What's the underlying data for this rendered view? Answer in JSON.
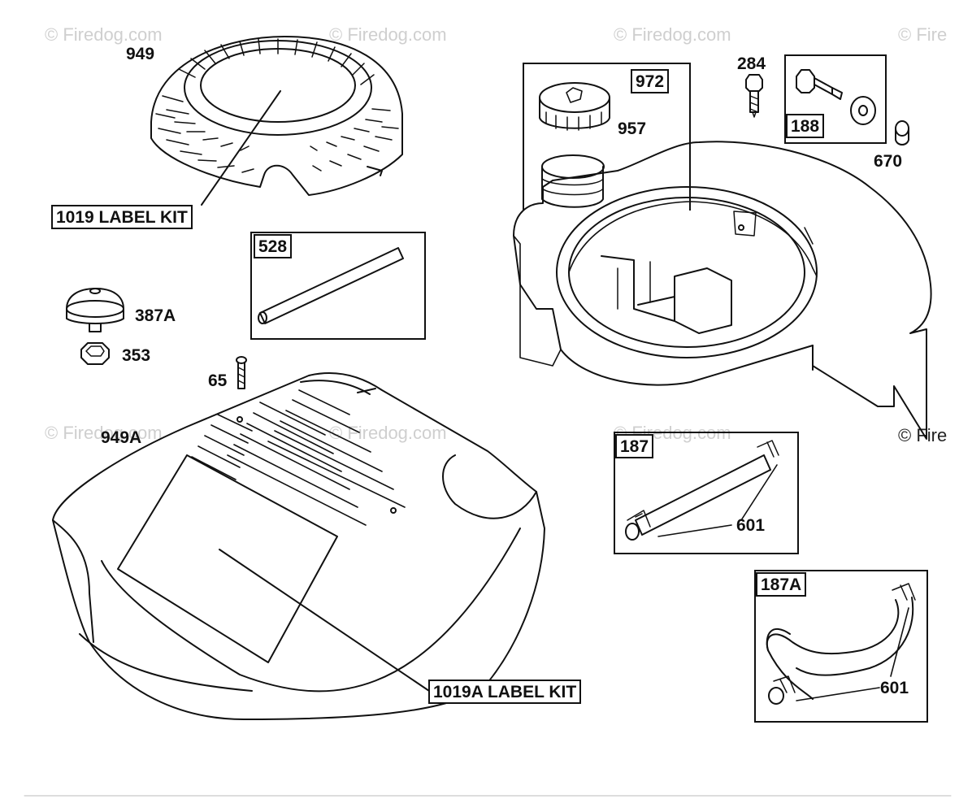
{
  "watermark": {
    "text": "© Firedog.com",
    "right_text": "© Fire"
  },
  "parts": {
    "p949": "949",
    "p949a": "949A",
    "p1019": "1019 LABEL KIT",
    "p1019a": "1019A LABEL KIT",
    "p528": "528",
    "p387a": "387A",
    "p353": "353",
    "p65": "65",
    "p972": "972",
    "p957": "957",
    "p284": "284",
    "p188": "188",
    "p670": "670",
    "p187": "187",
    "p601a": "601",
    "p187a": "187A",
    "p601b": "601"
  }
}
